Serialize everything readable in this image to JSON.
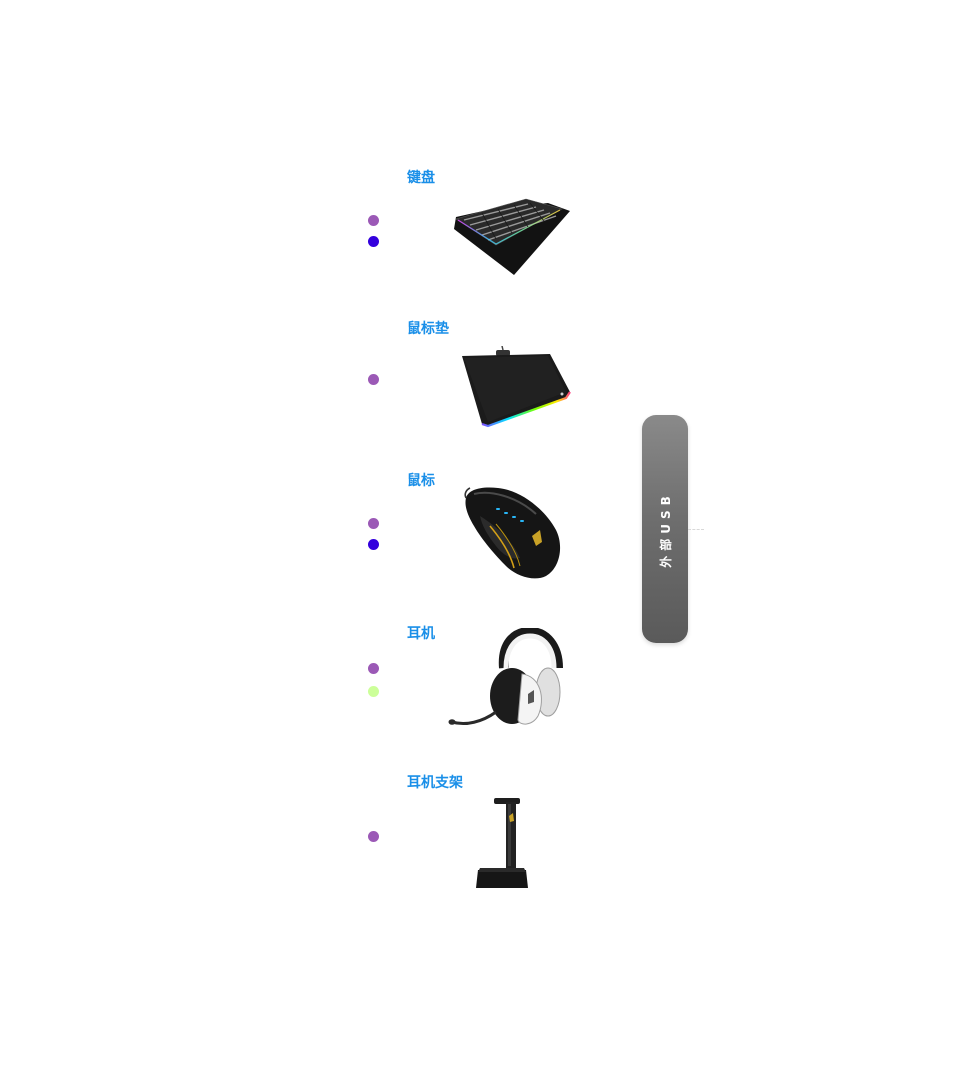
{
  "devices": [
    {
      "title": "键盘",
      "icon": "keyboard-icon",
      "dots": [
        "#9b59b6",
        "#3300dd"
      ]
    },
    {
      "title": "鼠标垫",
      "icon": "mousepad-icon",
      "dots": [
        "#9b59b6"
      ]
    },
    {
      "title": "鼠标",
      "icon": "mouse-icon",
      "dots": [
        "#9b59b6",
        "#3300dd"
      ]
    },
    {
      "title": "耳机",
      "icon": "headset-icon",
      "dots": [
        "#9b59b6",
        "#ccff99"
      ]
    },
    {
      "title": "耳机支架",
      "icon": "headset-stand-icon",
      "dots": [
        "#9b59b6"
      ]
    }
  ],
  "usb_panel": {
    "label": "外部USB",
    "color": "#6e6e6e"
  },
  "colors": {
    "title": "#1a8fe8",
    "dot_purple": "#9b59b6",
    "dot_blue": "#3300dd",
    "dot_green": "#ccff99"
  }
}
